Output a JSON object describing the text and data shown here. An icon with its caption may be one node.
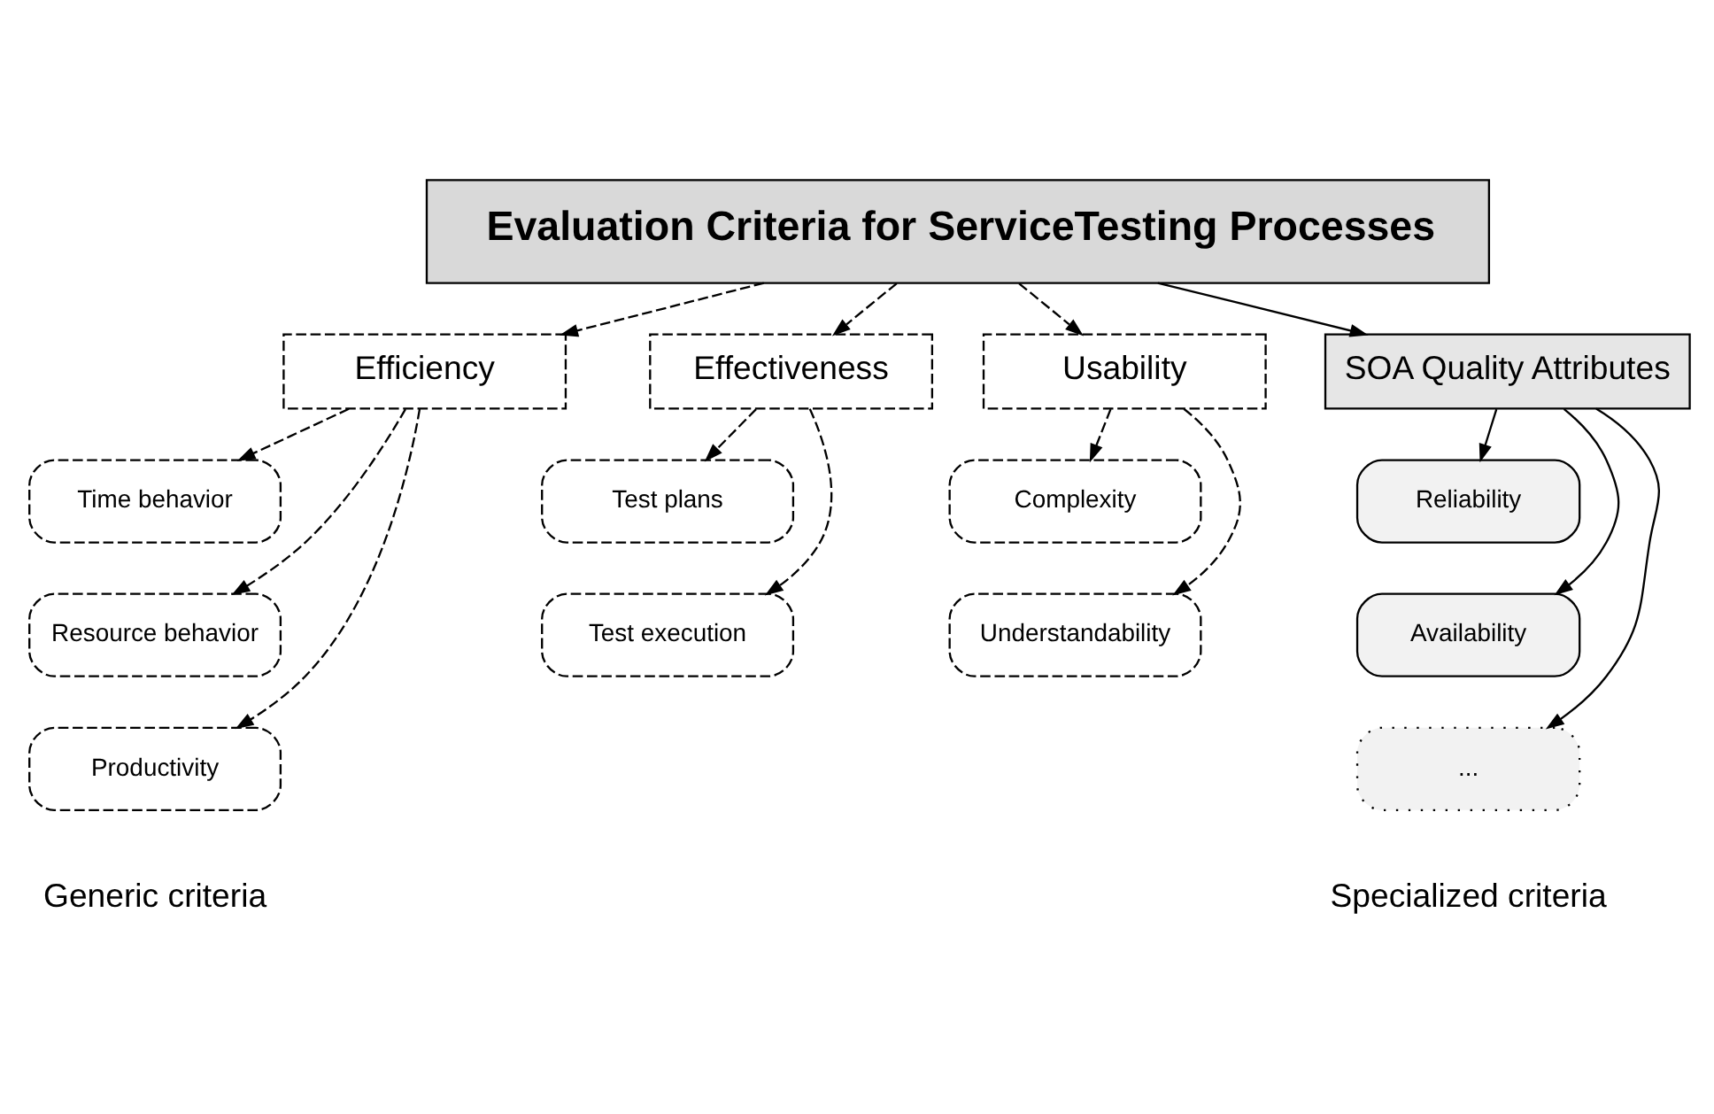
{
  "diagram": {
    "nodes": [
      {
        "text": [
          "Evaluation Criteria for ServiceTesting Processes"
        ]
      },
      {
        "text": [
          "Efficiency"
        ]
      },
      {
        "text": [
          "Effectiveness"
        ]
      },
      {
        "text": [
          "Usability"
        ]
      },
      {
        "text": [
          "SOA Quality Attributes"
        ]
      },
      {
        "text": [
          "Time behavior"
        ]
      },
      {
        "text": [
          "Resource behavior"
        ]
      },
      {
        "text": [
          "Productivity"
        ]
      },
      {
        "text": [
          "Test plans"
        ]
      },
      {
        "text": [
          "Test execution"
        ]
      },
      {
        "text": [
          "Complexity"
        ]
      },
      {
        "text": [
          "Understandability"
        ]
      },
      {
        "text": [
          "Reliability"
        ]
      },
      {
        "text": [
          "Availability"
        ]
      },
      {
        "text": [
          "..."
        ]
      }
    ],
    "edges": [
      {
        "from": 0,
        "to": 1,
        "arrow": "to",
        "style": "dashed"
      },
      {
        "from": 0,
        "to": 2,
        "arrow": "to",
        "style": "dashed"
      },
      {
        "from": 0,
        "to": 3,
        "arrow": "to",
        "style": "dashed"
      },
      {
        "from": 0,
        "to": 4,
        "arrow": "to"
      },
      {
        "from": 1,
        "to": 5,
        "arrow": "to",
        "style": "dashed"
      },
      {
        "from": 1,
        "to": 6,
        "arrow": "to",
        "style": "dashed"
      },
      {
        "from": 1,
        "to": 7,
        "arrow": "to",
        "style": "dashed"
      },
      {
        "from": 2,
        "to": 8,
        "arrow": "to",
        "style": "dashed"
      },
      {
        "from": 2,
        "to": 9,
        "arrow": "to",
        "style": "dashed"
      },
      {
        "from": 3,
        "to": 10,
        "arrow": "to",
        "style": "dashed"
      },
      {
        "from": 3,
        "to": 11,
        "arrow": "to",
        "style": "dashed"
      },
      {
        "from": 4,
        "to": 12,
        "arrow": "to"
      },
      {
        "from": 4,
        "to": 13,
        "arrow": "to"
      },
      {
        "from": 4,
        "to": 14,
        "arrow": "to"
      }
    ],
    "labels": [
      "Generic criteria",
      "Specialized criteria"
    ]
  }
}
